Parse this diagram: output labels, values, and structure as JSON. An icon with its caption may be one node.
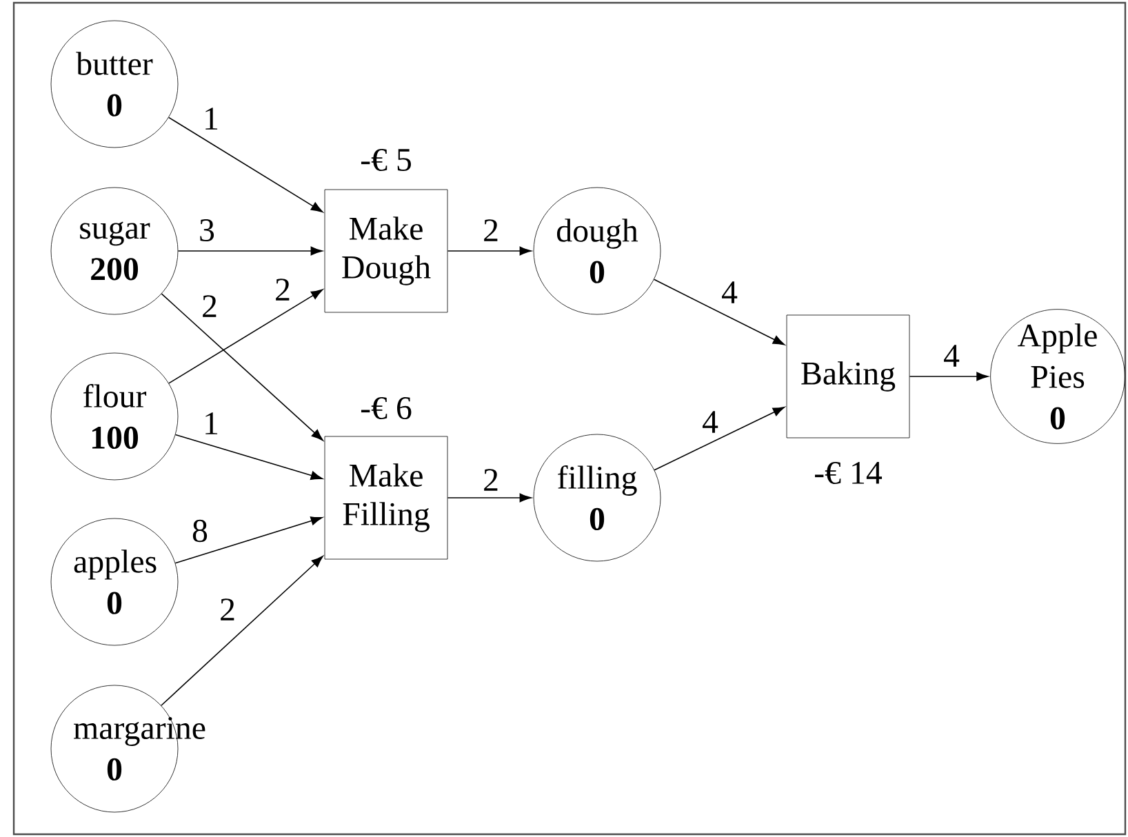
{
  "diagram": {
    "nodes": [
      {
        "text": [
          "butter",
          "0"
        ]
      },
      {
        "text": [
          "sugar",
          "200"
        ]
      },
      {
        "text": [
          "flour",
          "100"
        ]
      },
      {
        "text": [
          "apples",
          "0"
        ]
      },
      {
        "text": [
          "margarine",
          "0"
        ]
      },
      {
        "text": [
          "Make Dough"
        ],
        "beside": [
          "-€ 5"
        ]
      },
      {
        "text": [
          "Make Filling"
        ],
        "beside": [
          "-€ 6"
        ]
      },
      {
        "text": [
          "dough",
          "0"
        ]
      },
      {
        "text": [
          "filling",
          "0"
        ]
      },
      {
        "text": [
          "Baking"
        ],
        "beside": [
          "-€ 14"
        ]
      },
      {
        "text": [
          "Apple Pies",
          "0"
        ]
      }
    ],
    "edges": [
      {
        "from": 0,
        "to": 5,
        "arrow": "to",
        "label": "1"
      },
      {
        "from": 1,
        "to": 5,
        "arrow": "to",
        "label": "3"
      },
      {
        "from": 1,
        "to": 6,
        "arrow": "to",
        "label": "2"
      },
      {
        "from": 2,
        "to": 5,
        "arrow": "to",
        "label": "2"
      },
      {
        "from": 2,
        "to": 6,
        "arrow": "to",
        "label": "1"
      },
      {
        "from": 3,
        "to": 6,
        "arrow": "to",
        "label": "8"
      },
      {
        "from": 4,
        "to": 6,
        "arrow": "to",
        "label": "2"
      },
      {
        "from": 5,
        "to": 7,
        "arrow": "to",
        "label": "2"
      },
      {
        "from": 6,
        "to": 8,
        "arrow": "to",
        "label": "2"
      },
      {
        "from": 7,
        "to": 9,
        "arrow": "to",
        "label": "4"
      },
      {
        "from": 8,
        "to": 9,
        "arrow": "to",
        "label": "4"
      },
      {
        "from": 9,
        "to": 10,
        "arrow": "to",
        "label": "4"
      }
    ]
  }
}
